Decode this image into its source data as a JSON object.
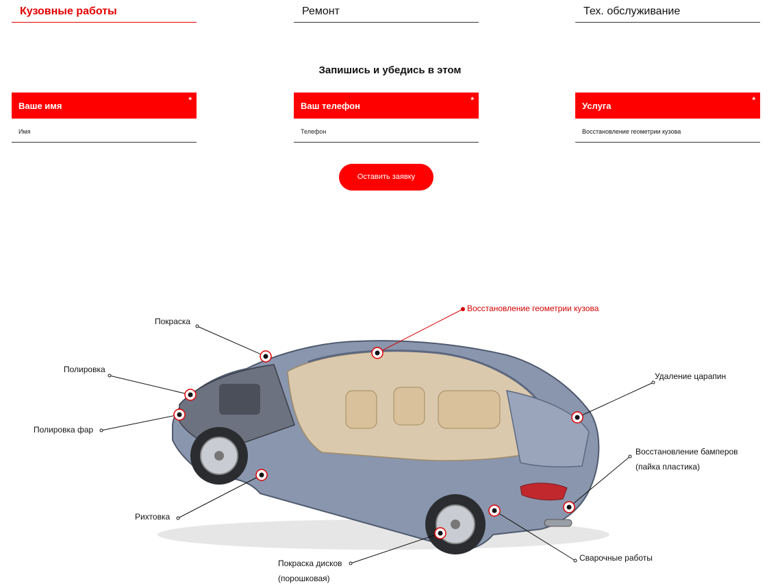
{
  "tabs": [
    {
      "label": "Кузовные работы",
      "active": true
    },
    {
      "label": "Ремонт",
      "active": false
    },
    {
      "label": "Тех. обслуживание",
      "active": false
    }
  ],
  "form": {
    "title": "Запишись и убедись в этом",
    "required_mark": "*",
    "fields": [
      {
        "label": "Ваше имя",
        "placeholder": "Имя",
        "value": ""
      },
      {
        "label": "Ваш телефон",
        "placeholder": "Телефон",
        "value": ""
      },
      {
        "label": "Услуга",
        "placeholder": "",
        "value": "Восстановление геометрии кузова"
      }
    ],
    "submit_label": "Оставить заявку"
  },
  "diagram": {
    "labels": {
      "geometry": "Восстановление геометрии кузова",
      "paint": "Покраска",
      "polish": "Полировка",
      "headlight_polish": "Полировка фар",
      "scratch_removal": "Удаление царапин",
      "bumper_restore_1": "Восстановление бамперов",
      "bumper_restore_2": "(пайка пластика)",
      "straightening": "Рихтовка",
      "wheel_paint_1": "Покраска дисков",
      "wheel_paint_2": "(порошковая)",
      "welding": "Сварочные работы"
    }
  },
  "colors": {
    "accent": "#ff0000",
    "label_accent": "#d40000",
    "car_body": "#8a96ad",
    "interior": "#e4cfae"
  }
}
